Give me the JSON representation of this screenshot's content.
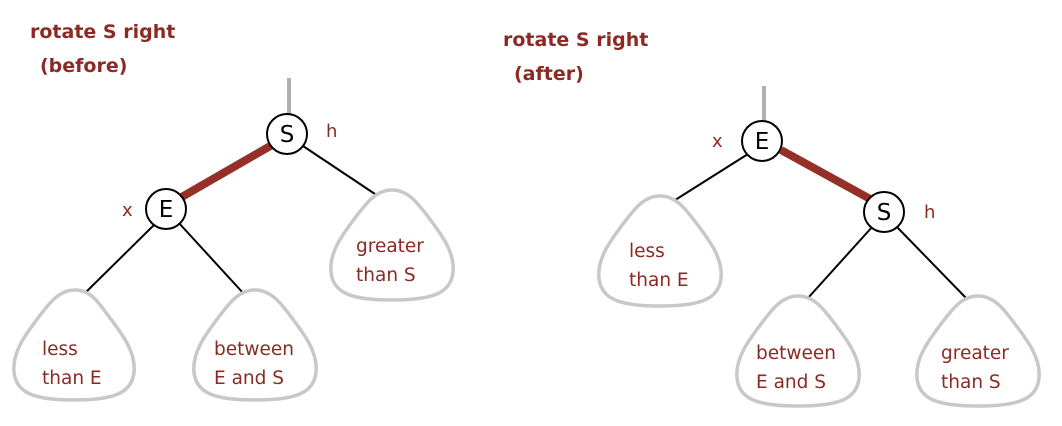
{
  "before": {
    "title": "rotate S right",
    "subtitle": "(before)",
    "root_key": "S",
    "root_pointer": "h",
    "child_key": "E",
    "child_pointer": "x",
    "subtree_left": [
      "less",
      "than E"
    ],
    "subtree_middle": [
      "between",
      "E and S"
    ],
    "subtree_right": [
      "greater",
      "than S"
    ]
  },
  "after": {
    "title": "rotate S right",
    "subtitle": "(after)",
    "root_key": "E",
    "root_pointer": "x",
    "child_key": "S",
    "child_pointer": "h",
    "subtree_left": [
      "less",
      "than E"
    ],
    "subtree_middle": [
      "between",
      "E and S"
    ],
    "subtree_right": [
      "greater",
      "than S"
    ]
  },
  "colors": {
    "text": "#8b2a24",
    "red_link": "#943028",
    "subtree_border": "#c8c8c8",
    "parent_link": "#b0b0b0"
  }
}
